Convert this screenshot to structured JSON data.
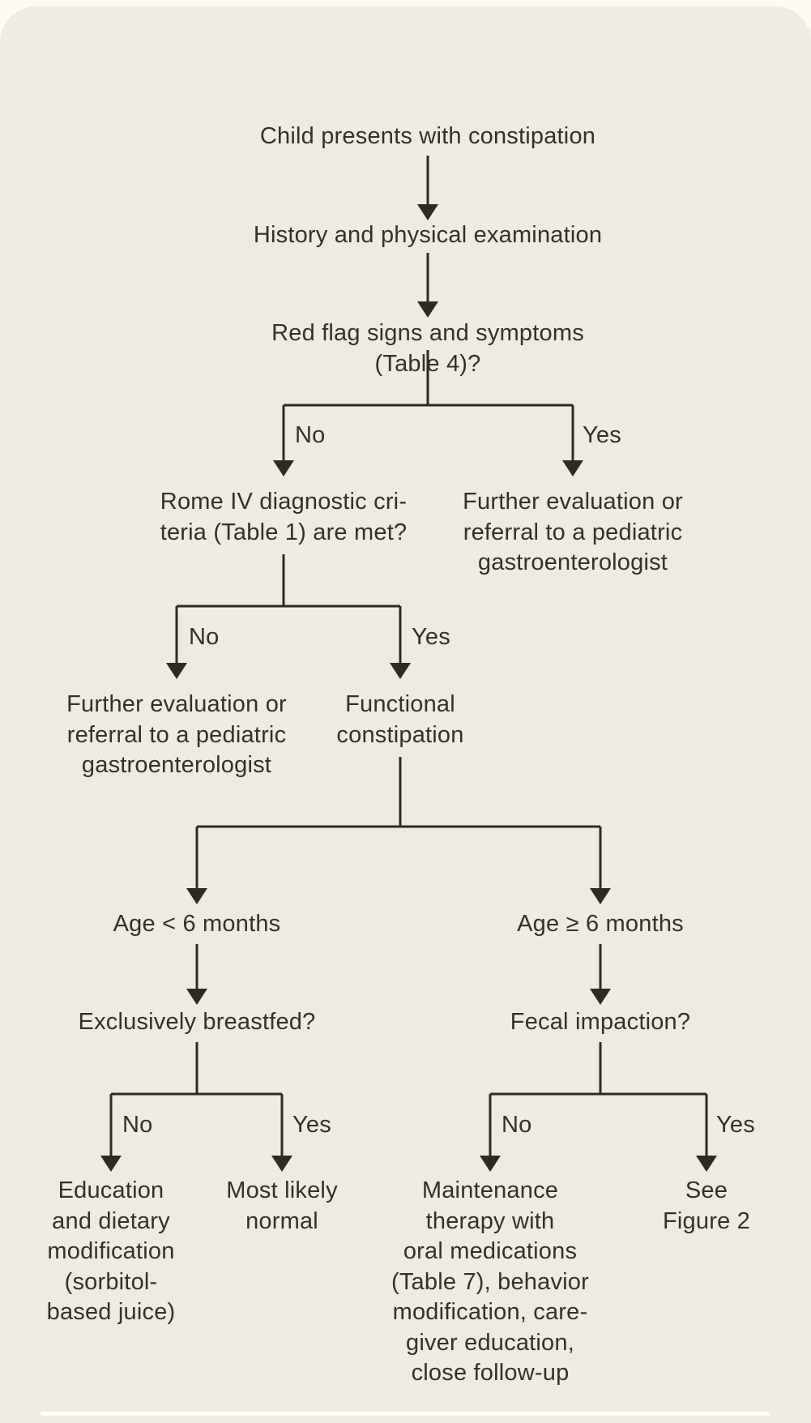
{
  "figure": {
    "kind": "clinical-algorithm-flowchart",
    "topic": "Evaluation of a child presenting with constipation"
  },
  "colors": {
    "canvas": "#fdfaf2",
    "card": "#f0ebe0",
    "text": "#34312b",
    "line": "#2e2b26",
    "divider": "#fefdfb"
  },
  "labels": {
    "no": "No",
    "yes": "Yes"
  },
  "nodes": {
    "child": "Child presents with constipation",
    "history": "History and physical examination",
    "red_flag": "Red flag signs and symptoms (Table 4)?",
    "rome": "Rome IV diagnostic cri-\nteria (Table 1) are met?",
    "referral_right": "Further evaluation or\nreferral to a pediatric\ngastroenterologist",
    "referral_left": "Further evaluation or\nreferral to a pediatric\ngastroenterologist",
    "functional": "Functional\nconstipation",
    "age_lt6": "Age < 6 months",
    "age_ge6": "Age ≥ 6 months",
    "breastfed": "Exclusively breastfed?",
    "fecal": "Fecal impaction?",
    "education": "Education\nand dietary\nmodification\n(sorbitol-\nbased juice)",
    "normal": "Most likely\nnormal",
    "maintenance": "Maintenance\ntherapy with\noral medications\n(Table 7), behavior\nmodification, care-\ngiver education,\nclose follow-up",
    "see_fig2": "See Figure 2"
  },
  "edges": [
    {
      "from": "child",
      "to": "history",
      "label": ""
    },
    {
      "from": "history",
      "to": "red_flag",
      "label": ""
    },
    {
      "from": "red_flag",
      "to": "rome",
      "label": "No"
    },
    {
      "from": "red_flag",
      "to": "referral_right",
      "label": "Yes"
    },
    {
      "from": "rome",
      "to": "referral_left",
      "label": "No"
    },
    {
      "from": "rome",
      "to": "functional",
      "label": "Yes"
    },
    {
      "from": "functional",
      "to": "age_lt6",
      "label": ""
    },
    {
      "from": "functional",
      "to": "age_ge6",
      "label": ""
    },
    {
      "from": "age_lt6",
      "to": "breastfed",
      "label": ""
    },
    {
      "from": "age_ge6",
      "to": "fecal",
      "label": ""
    },
    {
      "from": "breastfed",
      "to": "education",
      "label": "No"
    },
    {
      "from": "breastfed",
      "to": "normal",
      "label": "Yes"
    },
    {
      "from": "fecal",
      "to": "maintenance",
      "label": "No"
    },
    {
      "from": "fecal",
      "to": "see_fig2",
      "label": "Yes"
    }
  ]
}
